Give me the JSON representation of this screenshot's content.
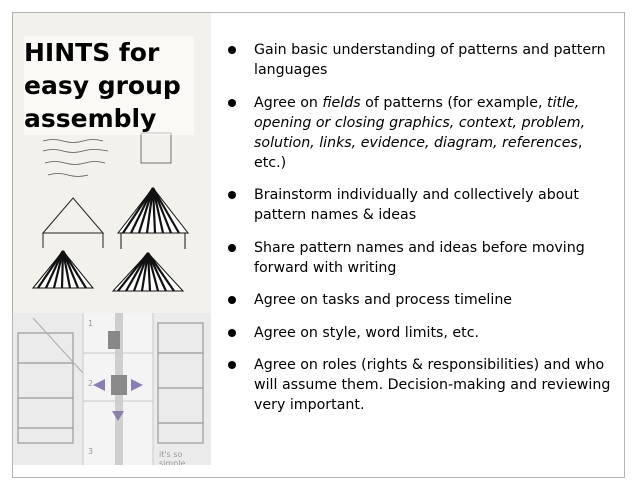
{
  "slide": {
    "title_lines": [
      "HINTS for",
      "easy group",
      "assembly"
    ],
    "bullets": [
      "Gain basic understanding of patterns and pattern languages",
      {
        "prefix": "Agree on ",
        "fields_word": "fields",
        "middle": " of patterns (for example, ",
        "field_list": "title, opening or closing graphics, context, problem, solution, links, evidence, diagram, references",
        "suffix": ", etc.)"
      },
      "Brainstorm individually and collectively about pattern names & ideas",
      "Share pattern names and ideas before moving forward with writing",
      "Agree on tasks and process timeline",
      "Agree on style, word limits, etc.",
      "Agree on roles (rights & responsibilities) and who will assume them. Decision-making and reviewing very important."
    ],
    "photo_steps": [
      "1",
      "2",
      "3"
    ],
    "photo_caption": "it's so simple"
  }
}
